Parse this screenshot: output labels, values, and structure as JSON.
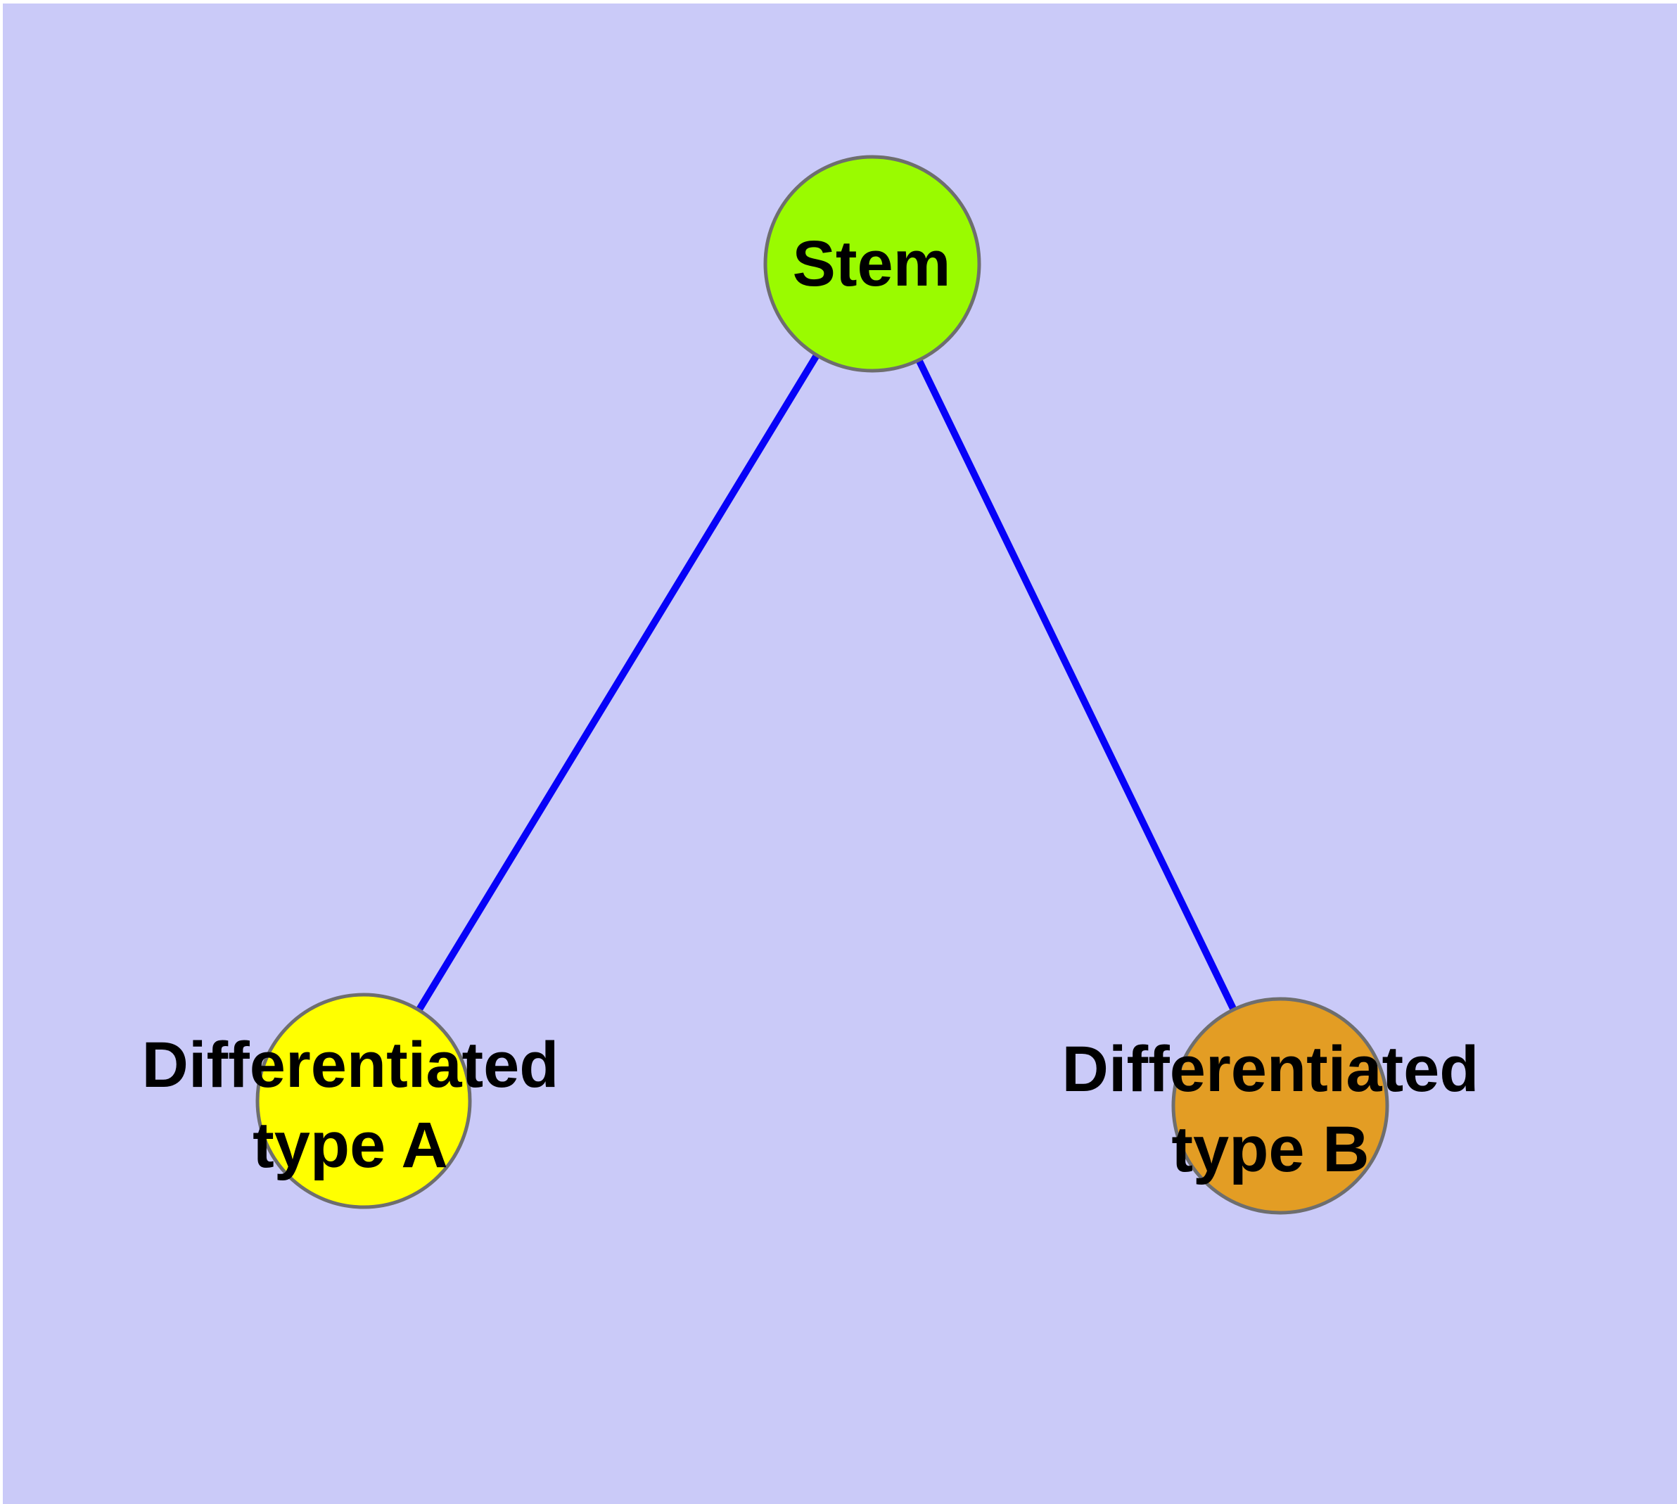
{
  "diagram": {
    "background_color": "#CACAF8",
    "frame_color": "#FFFFFF",
    "edge_color": "#0702F8",
    "node_border_color": "#6E6E6E",
    "label_color": "#000000",
    "nodes": [
      {
        "id": "stem",
        "label": "Stem",
        "label_line1": "Stem",
        "color": "#9AFB00"
      },
      {
        "id": "differentiated-type-a",
        "label": "Differentiated type A",
        "label_line1": "Differentiated",
        "label_line2": "type A",
        "color": "#FFFF00"
      },
      {
        "id": "differentiated-type-b",
        "label": "Differentiated type B",
        "label_line1": "Differentiated",
        "label_line2": "type B",
        "color": "#E39D24"
      }
    ],
    "edges": [
      {
        "from": "Stem",
        "to": "Differentiated type A"
      },
      {
        "from": "Stem",
        "to": "Differentiated type B"
      }
    ]
  }
}
